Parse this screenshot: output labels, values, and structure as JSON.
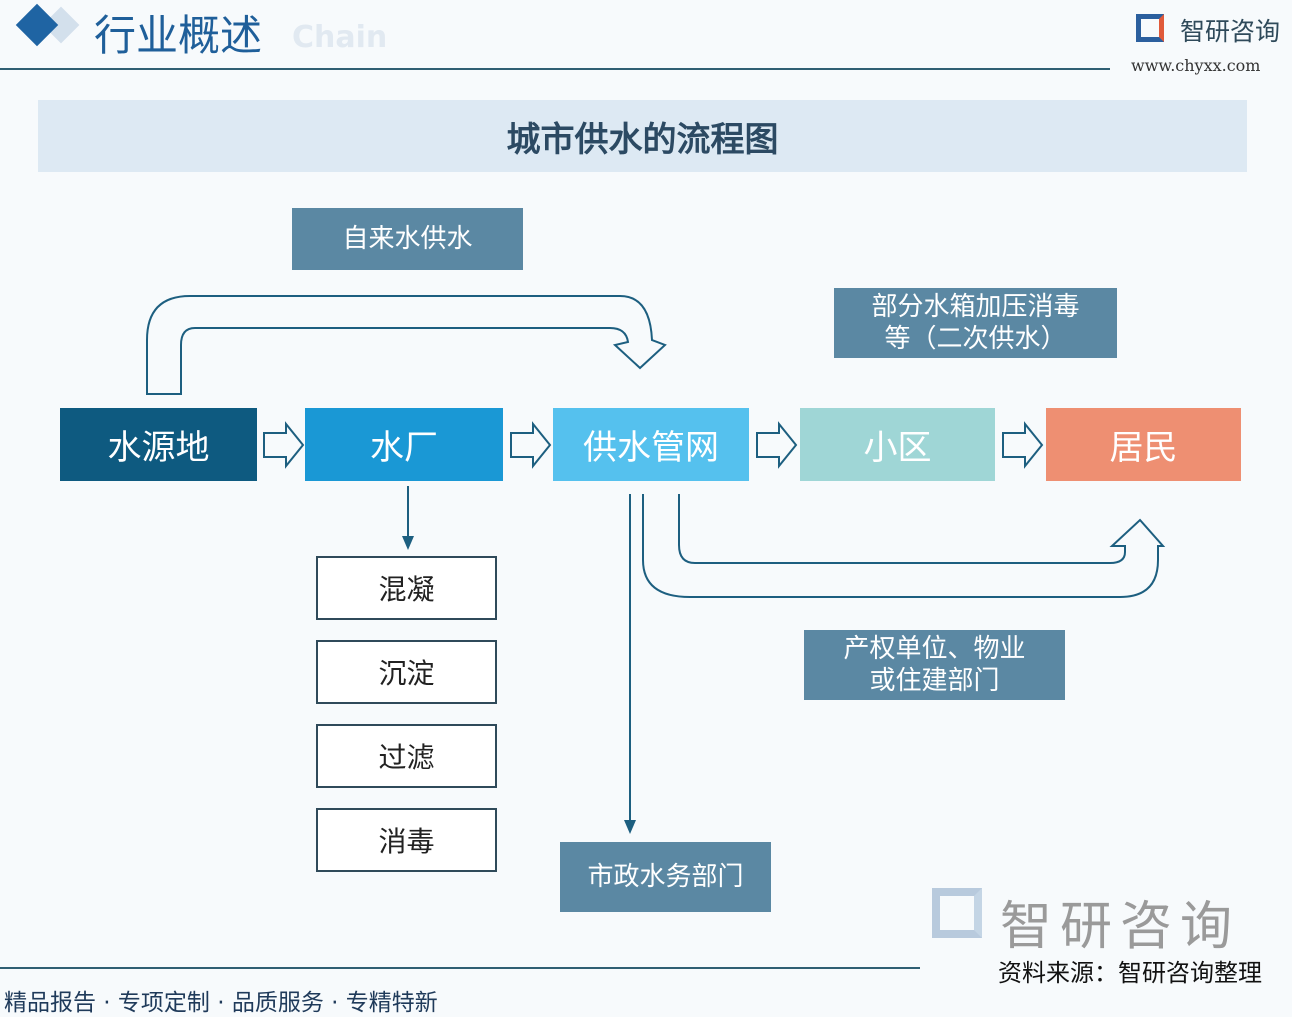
{
  "header": {
    "title": "行业概述",
    "subtitle_faded": "Chain",
    "brand": "智研咨询",
    "website": "www.chyxx.com"
  },
  "diagram": {
    "title": "城市供水的流程图",
    "nodes": [
      {
        "label": "水源地",
        "color": "#0e5a80"
      },
      {
        "label": "水厂",
        "color": "#1a98d5"
      },
      {
        "label": "供水管网",
        "color": "#55c1ee"
      },
      {
        "label": "小区",
        "color": "#9fd6d6"
      },
      {
        "label": "居民",
        "color": "#ee8f72"
      }
    ],
    "labels": {
      "tap_water": "自来水供水",
      "secondary": [
        "部分水箱加压消毒",
        "等（二次供水）"
      ],
      "property": [
        "产权单位、物业",
        "或住建部门"
      ],
      "municipal": "市政水务部门"
    },
    "processes": [
      "混凝",
      "沉淀",
      "过滤",
      "消毒"
    ]
  },
  "watermark": {
    "brand": "智研咨询"
  },
  "footer": {
    "slogan": "精品报告 · 专项定制 · 品质服务 · 专精特新",
    "source": "资料来源：智研咨询整理"
  }
}
